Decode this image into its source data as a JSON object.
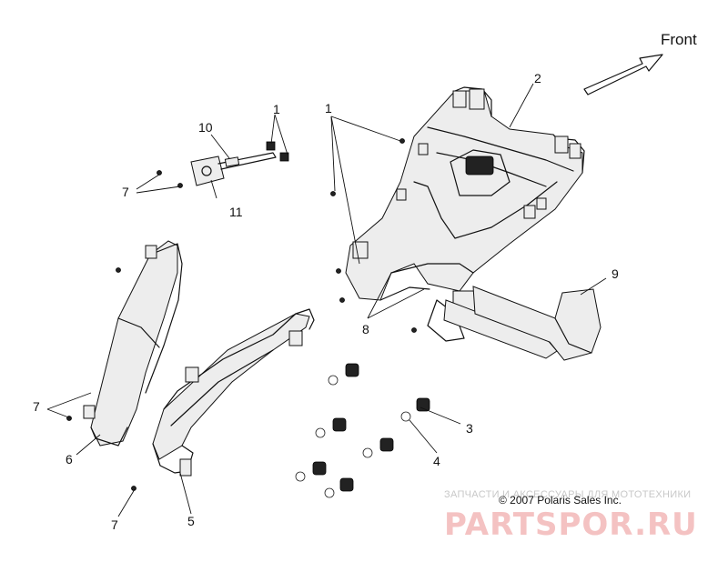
{
  "direction_label": "Front",
  "callouts": {
    "c1_top": "1",
    "c1_frame": "1",
    "c2": "2",
    "c3": "3",
    "c4": "4",
    "c5": "5",
    "c6": "6",
    "c7_top": "7",
    "c7_left": "7",
    "c7_bottom": "7",
    "c8": "8",
    "c9": "9",
    "c10": "10",
    "c11": "11"
  },
  "copyright": "© 2007 Polaris Sales Inc.",
  "watermark": {
    "tagline": "ЗАПЧАСТИ И АКСЕССУАРЫ ДЛЯ МОТОТЕХНИКИ",
    "brand": "PARTSPOR.RU"
  }
}
